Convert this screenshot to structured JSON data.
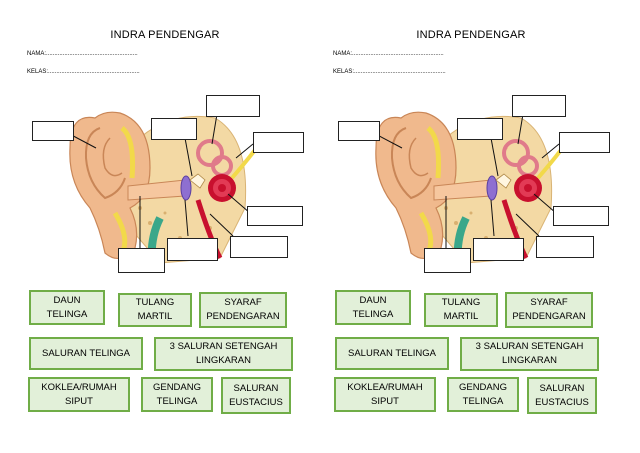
{
  "worksheet": {
    "title": "INDRA PENDENGAR",
    "nama_line": "NAMA:.......................................................",
    "kelas_line": "KELAS:.......................................................",
    "label_cards": [
      {
        "text": "DAUN\nTELINGA"
      },
      {
        "text": "TULANG\nMARTIL"
      },
      {
        "text": "SYARAF\nPENDENGARAN"
      },
      {
        "text": "SALURAN TELINGA"
      },
      {
        "text": "3 SALURAN SETENGAH\nLINGKARAN"
      },
      {
        "text": "KOKLEA/RUMAH\nSIPUT"
      },
      {
        "text": "GENDANG\nTELINGA"
      },
      {
        "text": "SALURAN\nEUSTACIUS"
      }
    ]
  },
  "colors": {
    "card_fill": "#e2f0d9",
    "card_border": "#70ad47",
    "skin": "#f0b98d",
    "cochlea": "#c8102e",
    "bone": "#f3d9a4",
    "eustachian": "#3aa78a"
  }
}
